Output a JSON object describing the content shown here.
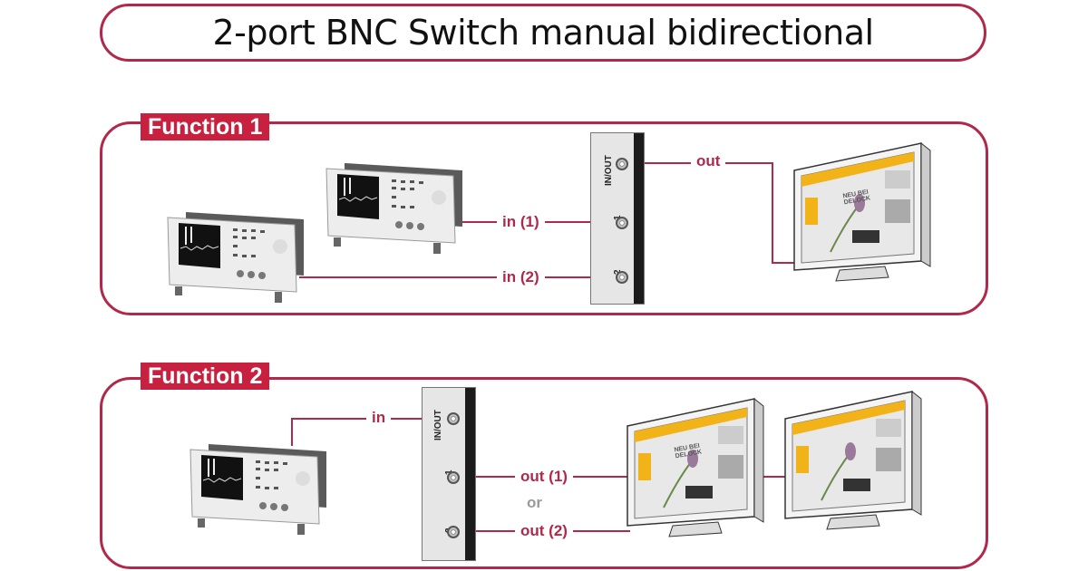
{
  "title": "2-port BNC Switch manual bidirectional",
  "colors": {
    "accent": "#b0284a",
    "label_bg": "#c8203f",
    "or_text": "#9a9a9a"
  },
  "function1": {
    "label": "Function 1",
    "switch": {
      "port_inout": "IN/OUT",
      "port_1": "1",
      "port_2": "2"
    },
    "wires": {
      "out": "out",
      "in1": "in (1)",
      "in2": "in (2)"
    },
    "screen": {
      "headline": "NEU BEI DELOCK"
    }
  },
  "function2": {
    "label": "Function 2",
    "switch": {
      "port_inout": "IN/OUT",
      "port_1": "1",
      "port_2": "2"
    },
    "wires": {
      "in": "in",
      "out1": "out (1)",
      "or": "or",
      "out2": "out (2)"
    },
    "screen": {
      "headline": "NEU BEI DELOCK"
    }
  },
  "icons": {
    "device": "oscilloscope-icon",
    "display": "monitor-icon",
    "connector": "bnc-connector-icon"
  }
}
